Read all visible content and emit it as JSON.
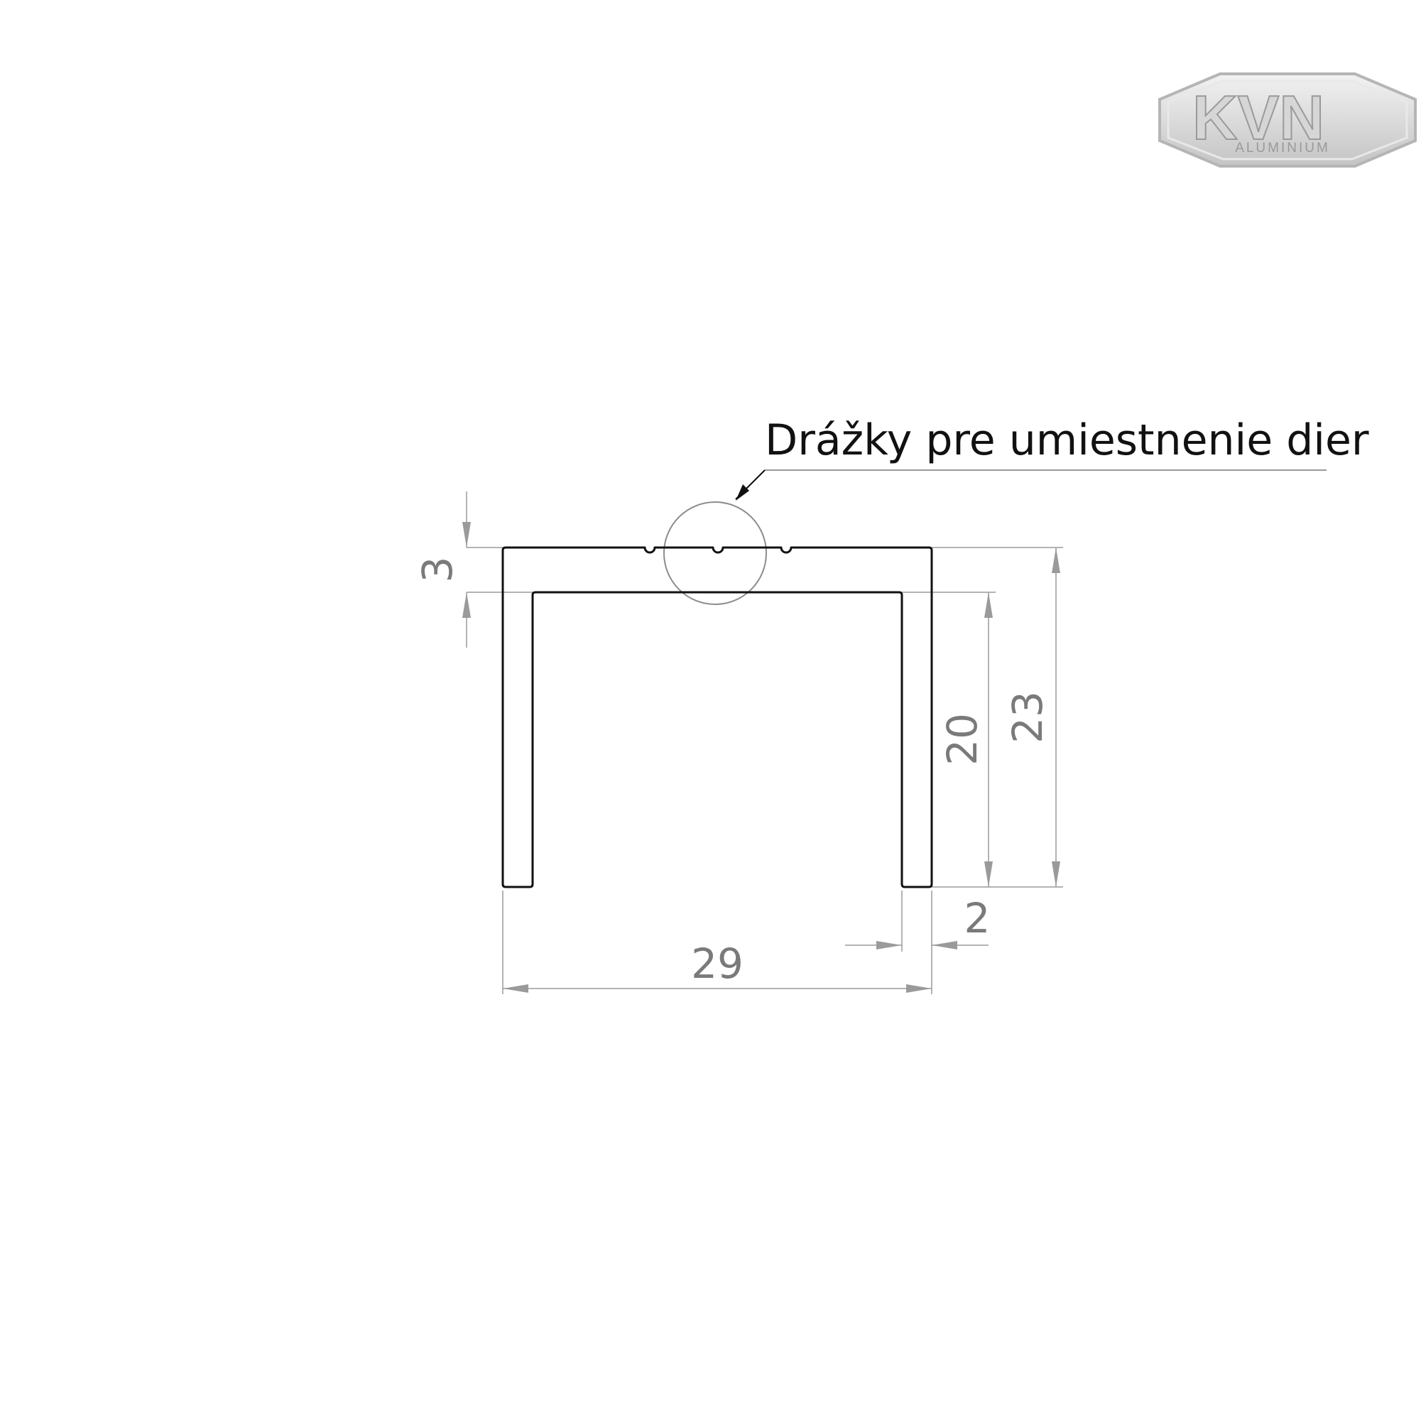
{
  "logo": {
    "brand": "KVN",
    "subtitle": "ALUMINIUM"
  },
  "callout": {
    "label": "Drážky pre umiestnenie dier"
  },
  "dimensions": {
    "top_wall": "3",
    "inner_height": "20",
    "outer_height": "23",
    "wall_thickness": "2",
    "overall_width": "29"
  },
  "colors": {
    "profile_outline": "#111111",
    "dimension_line": "#9a9a9a",
    "dimension_text": "#7a7a7a"
  }
}
